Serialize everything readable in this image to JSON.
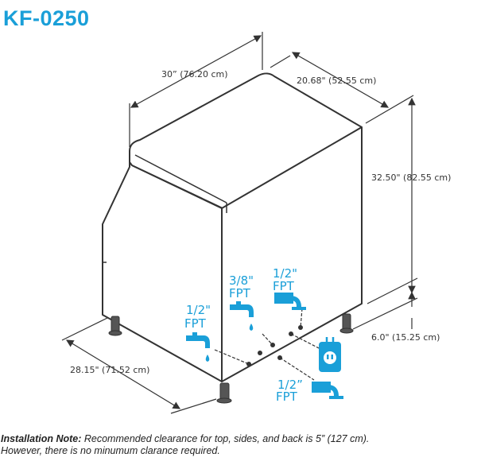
{
  "title": "KF-0250",
  "dimensions": {
    "width": "30” (76.20 cm)",
    "depth_top": "20.68\" (52.55 cm)",
    "height": "32.50\" (82.55 cm)",
    "leg_height": "6.0\" (15.25 cm)",
    "depth_bottom": "28.15\" (71.52 cm)"
  },
  "connections": {
    "left_water": {
      "size": "1/2\"",
      "type": "FPT",
      "icon": "water-faucet-icon"
    },
    "mid_water": {
      "size": "3/8\"",
      "type": "FPT",
      "icon": "water-faucet-icon"
    },
    "top_drain": {
      "size": "1/2\"",
      "type": "FPT",
      "icon": "drain-icon"
    },
    "bottom_drain": {
      "size": "1/2”",
      "type": "FPT",
      "icon": "drain-icon"
    },
    "electrical": {
      "icon": "power-outlet-icon"
    }
  },
  "note": {
    "label": "Installation Note:",
    "line1": " Recommended clearance for top, sides, and back is 5” (127 cm).",
    "line2": "However, there is no minumum clarance required."
  },
  "colors": {
    "accent": "#1a9fd8",
    "outline": "#333333"
  }
}
